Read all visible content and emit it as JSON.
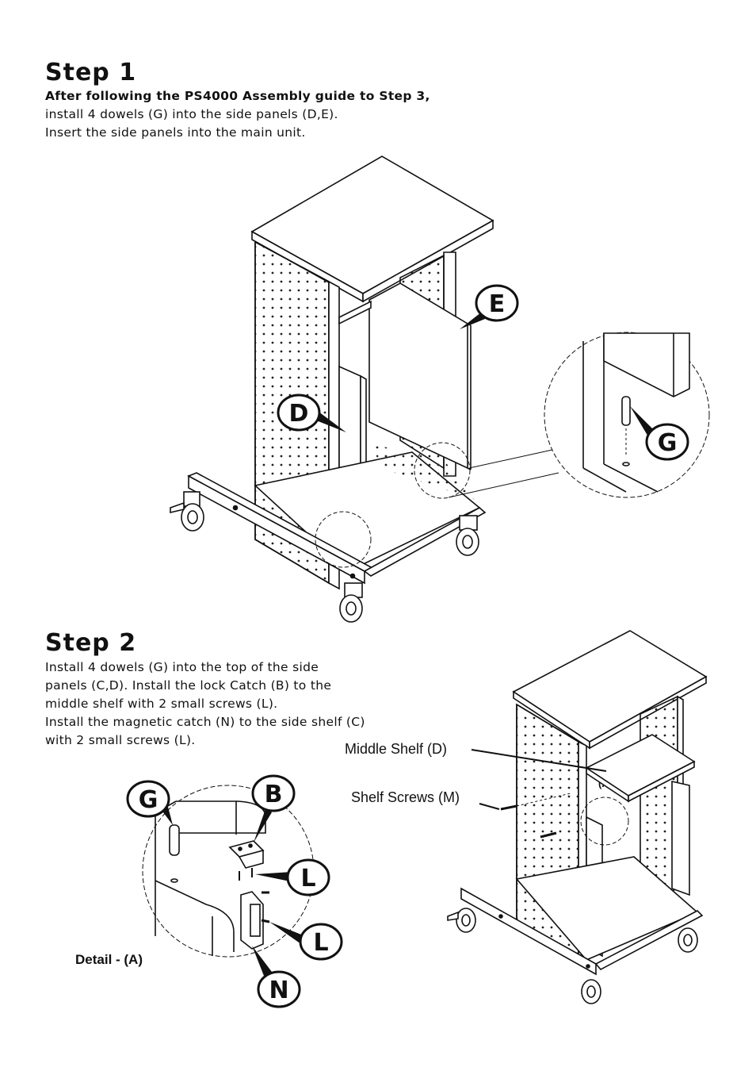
{
  "step1": {
    "title": "Step 1",
    "line1": "After following the PS4000 Assembly guide to Step 3,",
    "line2": "install 4 dowels (G) into the side panels (D,E).",
    "line3": "Insert the side panels into the main unit."
  },
  "step2": {
    "title": "Step 2",
    "line1": "Install 4 dowels (G) into the top of the side",
    "line2": "panels (C,D).  Install the lock Catch (B) to the",
    "line3": "middle shelf with 2 small screws (L).",
    "line4": "Install the magnetic catch (N) to the side shelf (C)",
    "line5": "with 2 small screws (L)."
  },
  "callouts": {
    "e": "E",
    "d": "D",
    "g1": "G",
    "g2": "G",
    "b": "B",
    "l1": "L",
    "l2": "L",
    "n": "N"
  },
  "labels": {
    "middle_shelf": "Middle Shelf (D)",
    "shelf_screws": "Shelf Screws (M)",
    "a_marker": "(A)",
    "detail": "Detail - (A)"
  }
}
